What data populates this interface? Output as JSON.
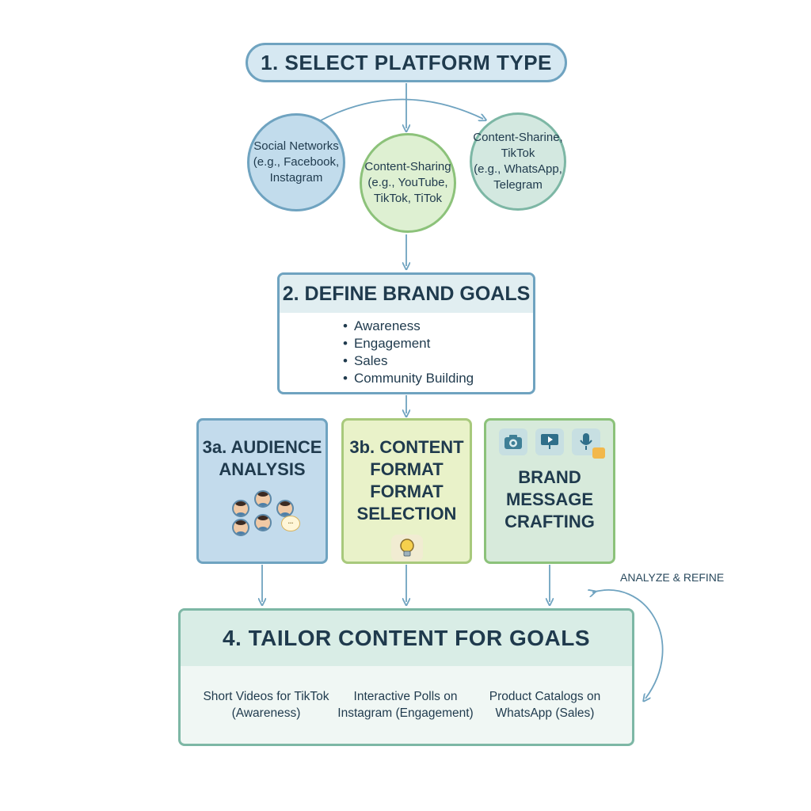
{
  "step1": {
    "title": "1. SELECT PLATFORM TYPE"
  },
  "platforms": {
    "social": {
      "lines": [
        "Social Networks",
        "(e.g., Facebook,",
        "Instagram"
      ]
    },
    "content": {
      "lines": [
        "Content-Sharing",
        "(e.g., YouTube,",
        "TikTok, TiTok"
      ]
    },
    "messaging": {
      "lines": [
        "Content-Sharine,",
        "TikTok",
        "(e.g., WhatsApp,",
        "Telegram"
      ]
    }
  },
  "step2": {
    "title": "2. DEFINE BRAND GOALS",
    "goals": [
      "Awareness",
      "Engagement",
      "Sales",
      "Community Building"
    ]
  },
  "step3": {
    "audience": {
      "lines": [
        "3a. AUDIENCE",
        "ANALYSIS"
      ],
      "bubble_text": "..."
    },
    "format": {
      "lines": [
        "3b. CONTENT",
        "FORMAT",
        "FORMAT",
        "SELECTION"
      ]
    },
    "message": {
      "lines": [
        "BRAND",
        "MESSAGE",
        "CRAFTING"
      ]
    }
  },
  "step4": {
    "title": "4. TAILOR CONTENT FOR GOALS",
    "examples": [
      {
        "lines": [
          "Short Videos for TikTok",
          "(Awareness)"
        ]
      },
      {
        "lines": [
          "Interactive Polls on",
          "Instagram (Engagement)"
        ]
      },
      {
        "lines": [
          "Product Catalogs on",
          "WhatsApp (Sales)"
        ]
      }
    ]
  },
  "loop": {
    "label": "ANALYZE & REFINE"
  },
  "icons": [
    "people-icon",
    "speech-bubble-icon",
    "lightbulb-icon",
    "camera-icon",
    "video-play-icon",
    "microphone-icon",
    "chat-icon"
  ],
  "colors": {
    "blue": "#6fa3c0",
    "green": "#8cc27a",
    "teal": "#7db7a5",
    "text": "#1f3a4d"
  }
}
